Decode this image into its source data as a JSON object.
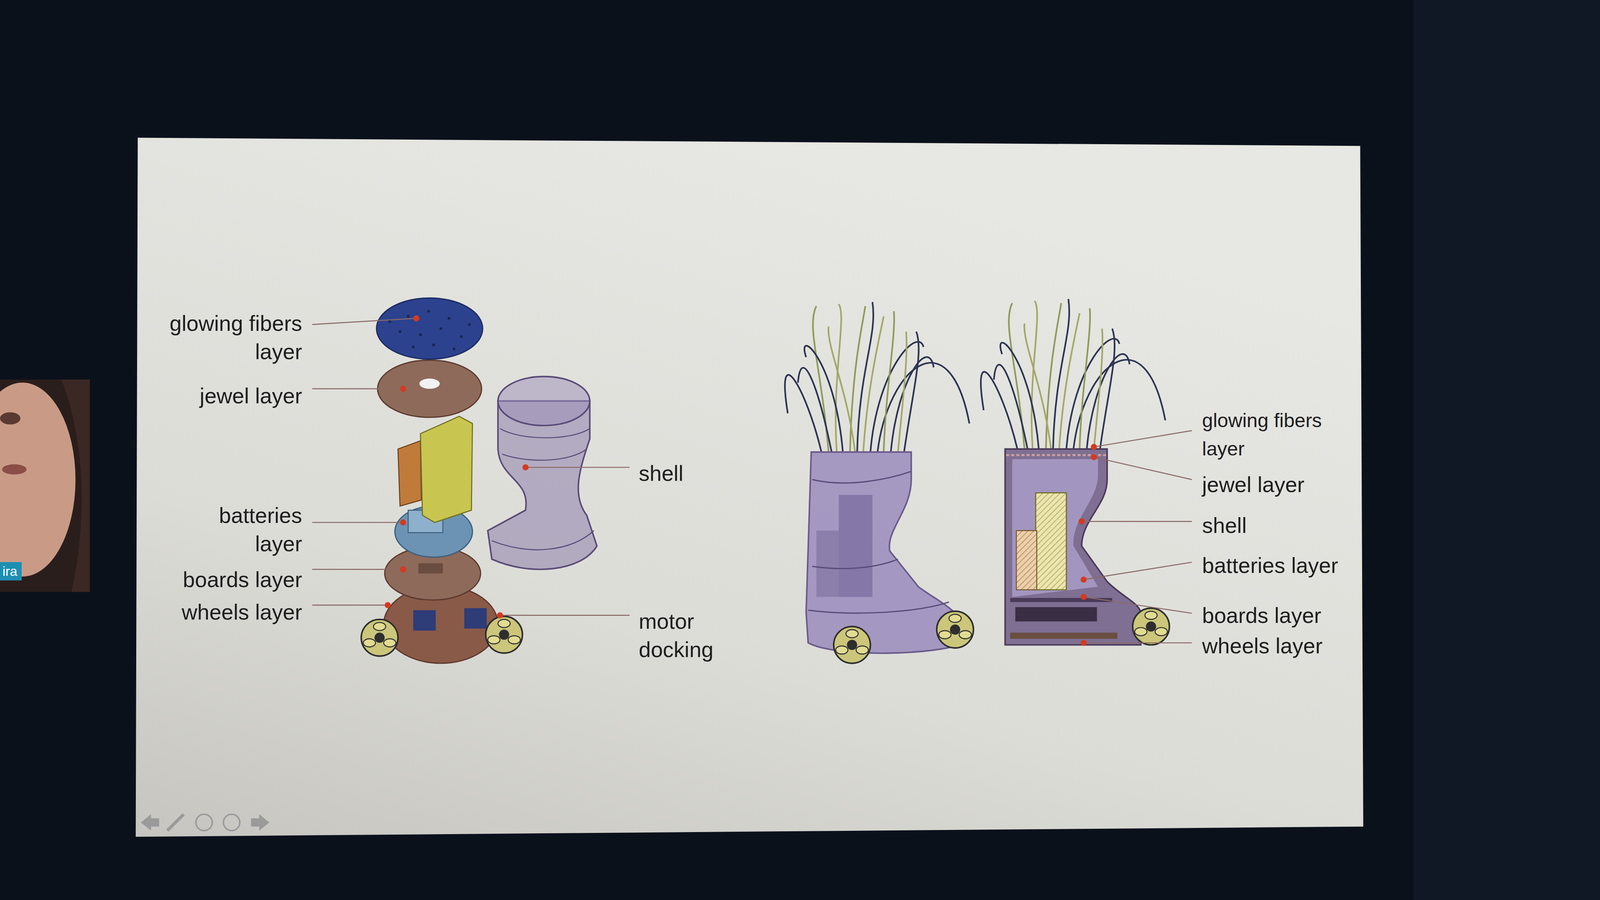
{
  "diagram": {
    "labels": [
      "glowing fibers layer",
      "jewel layer",
      "batteries layer",
      "boards layer",
      "wheels layer",
      "shell",
      "motor docking",
      "glowing fibers layer",
      "jewel layer",
      "shell",
      "batteries layer",
      "boards layer",
      "wheels layer",
      "ira"
    ]
  }
}
